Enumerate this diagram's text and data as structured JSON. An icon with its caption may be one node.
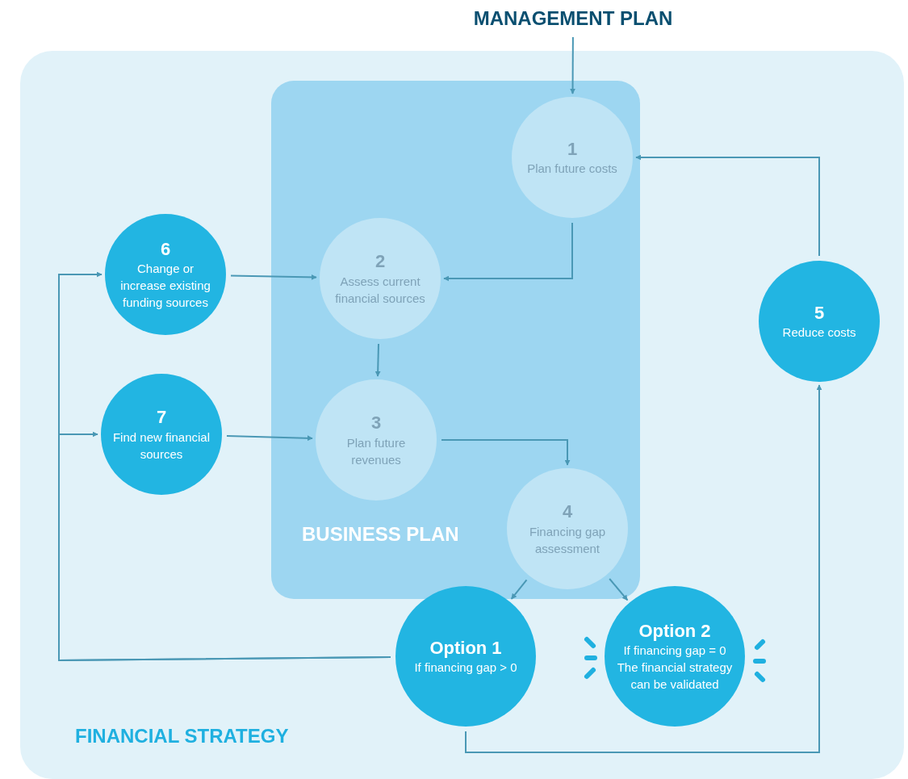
{
  "diagram": {
    "nodes": [
      {
        "text": [
          "FINANCIAL STRATEGY"
        ]
      },
      {
        "text": [
          "BUSINESS PLAN"
        ],
        "in": 0
      },
      {
        "text": [
          "MANAGEMENT PLAN"
        ]
      },
      {
        "text": [
          "1",
          "Plan future costs"
        ],
        "in": 1
      },
      {
        "text": [
          "2",
          "Assess current financial sources"
        ],
        "in": 1
      },
      {
        "text": [
          "3",
          "Plan future revenues"
        ],
        "in": 1
      },
      {
        "text": [
          "4",
          "Financing gap assessment"
        ],
        "in": 1
      },
      {
        "text": [
          "6",
          "Change or increase existing funding sources"
        ],
        "in": 0
      },
      {
        "text": [
          "7",
          "Find new financial sources"
        ],
        "in": 0
      },
      {
        "text": [
          "5",
          "Reduce costs"
        ],
        "in": 0
      },
      {
        "text": [
          "Option 1",
          "If financing gap > 0"
        ],
        "in": 0
      },
      {
        "text": [
          "Option 2",
          "If financing gap = 0",
          "The financial strategy can be validated"
        ],
        "in": 0
      }
    ],
    "edges": [
      {
        "from": 2,
        "to": 3,
        "arrow": "to"
      },
      {
        "from": 3,
        "to": 4,
        "arrow": "to"
      },
      {
        "from": 4,
        "to": 5,
        "arrow": "to"
      },
      {
        "from": 7,
        "to": 4,
        "arrow": "to"
      },
      {
        "from": 8,
        "to": 5,
        "arrow": "to"
      },
      {
        "from": 5,
        "to": 6,
        "arrow": "to"
      },
      {
        "from": 6,
        "to": 10,
        "arrow": "to"
      },
      {
        "from": 6,
        "to": 11,
        "arrow": "to"
      },
      {
        "from": 10,
        "to": 7,
        "arrow": "to"
      },
      {
        "from": 10,
        "to": 8,
        "arrow": "to"
      },
      {
        "from": 10,
        "to": 9,
        "arrow": "to"
      },
      {
        "from": 9,
        "to": 3,
        "arrow": "to"
      }
    ]
  }
}
